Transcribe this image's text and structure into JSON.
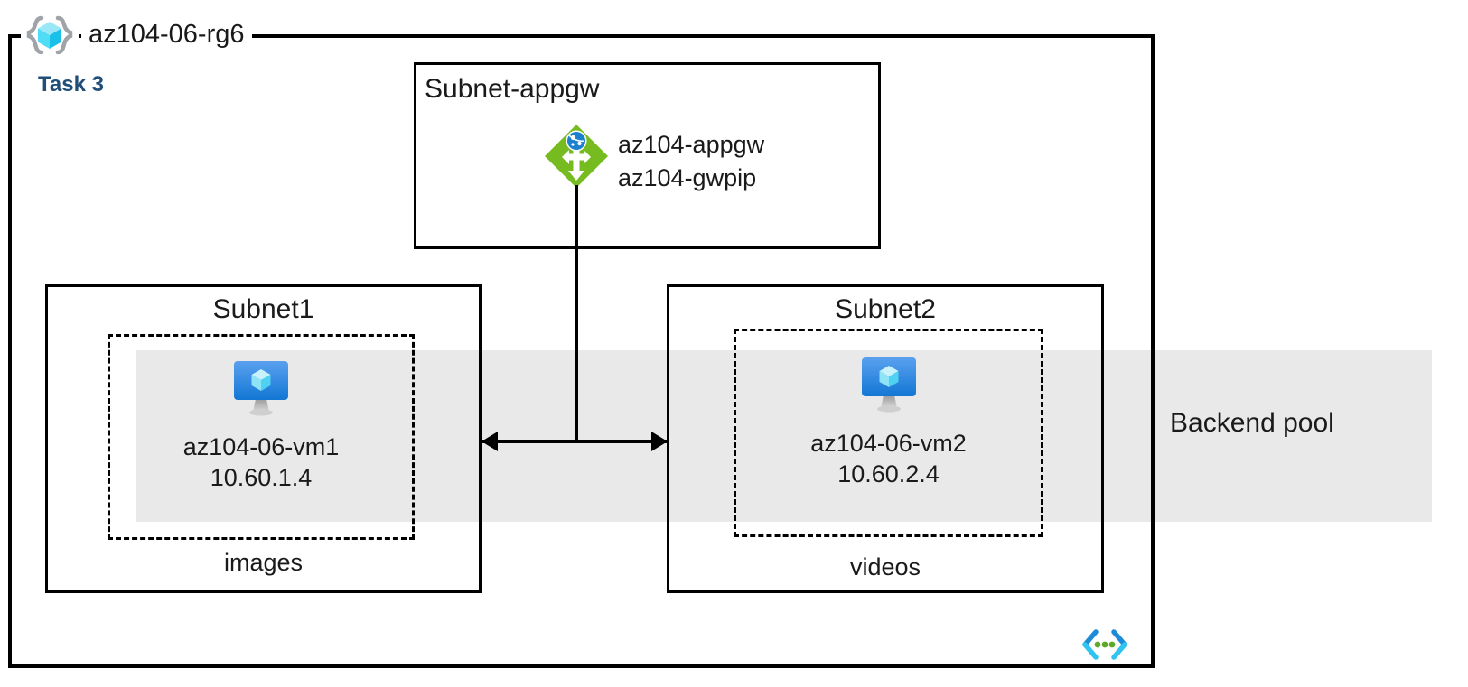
{
  "resource_group": {
    "name": "az104-06-rg6",
    "icon": "resource-group-icon"
  },
  "task": {
    "label": "Task 3",
    "color": "#1f4e79"
  },
  "backend_pool": {
    "label": "Backend pool",
    "band_color": "#e9e9e9"
  },
  "subnets": [
    {
      "id": "subnet-appgw",
      "title": "Subnet-appgw",
      "title_align": "left",
      "resources": [
        {
          "icon": "application-gateway-icon",
          "icon_color": "#76bc21",
          "lines": [
            "az104-appgw",
            "az104-gwpip"
          ]
        }
      ]
    },
    {
      "id": "subnet1",
      "title": "Subnet1",
      "footer": "images",
      "vm": {
        "icon": "virtual-machine-icon",
        "name": "az104-06-vm1",
        "ip": "10.60.1.4"
      }
    },
    {
      "id": "subnet2",
      "title": "Subnet2",
      "footer": "videos",
      "vm": {
        "icon": "virtual-machine-icon",
        "name": "az104-06-vm2",
        "ip": "10.60.2.4"
      }
    }
  ],
  "connectors": [
    {
      "id": "appgw-to-subnets",
      "type": "double-headed-arrow",
      "from": "subnet-appgw",
      "to": [
        "subnet1",
        "subnet2"
      ]
    }
  ],
  "decoration": {
    "icon": "code-brackets-icon",
    "bracket_color_top": "#1d8bd8",
    "bracket_color_bottom": "#30c5f0",
    "dot_color": "#5fa828"
  },
  "colors": {
    "border": "#000000",
    "text": "#1a1a1a",
    "accent_blue": "#1f4e79",
    "gray_band": "#e9e9e9",
    "azure_cyan": "#32d4f5",
    "azure_blue": "#0078d4"
  }
}
